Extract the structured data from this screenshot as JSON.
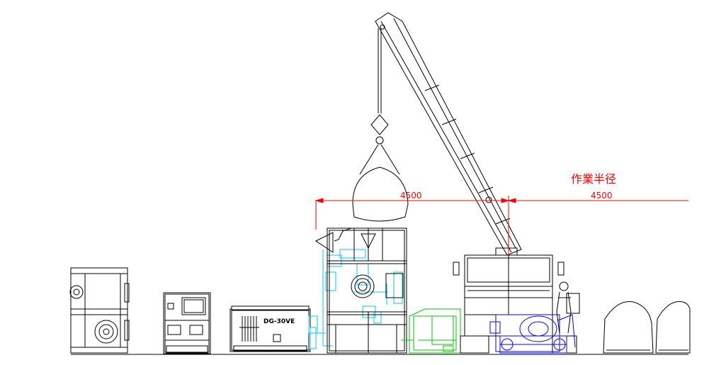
{
  "drawing": {
    "radius_label": "作業半径",
    "dim_left": "4500",
    "dim_right": "4500",
    "generator_label": "DG-30VE",
    "colors": {
      "line": "#000000",
      "dimension": "#ff0000",
      "cyan": "#00c8ff",
      "green": "#00c800",
      "blue": "#0000ff"
    }
  }
}
